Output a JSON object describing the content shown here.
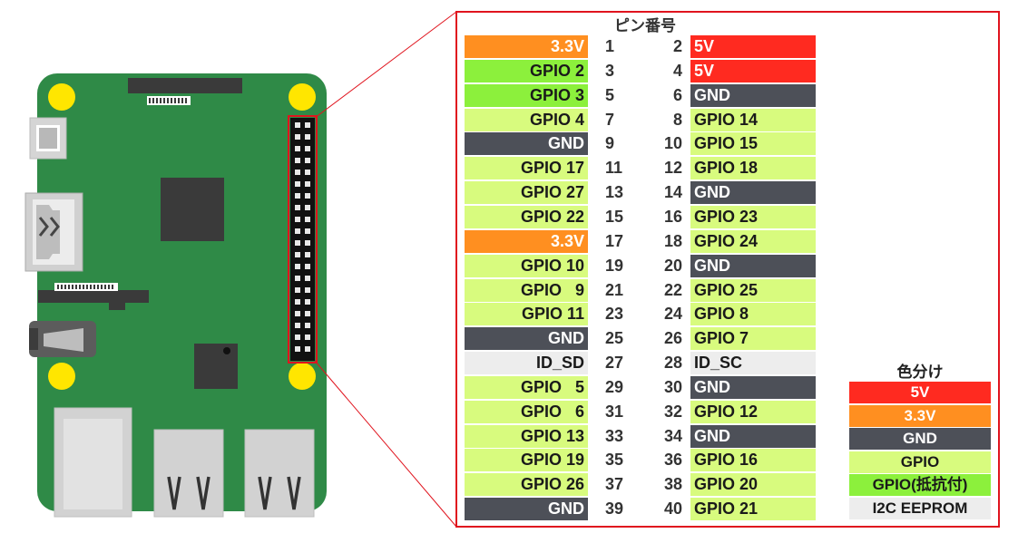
{
  "diagram": {
    "header_title": "ピン番号",
    "colors": {
      "5V": "#ff2a20",
      "3.3V": "#ff8f20",
      "GND": "#4d5058",
      "GPIO": "#d8fb7e",
      "GPIOR": "#8cf03c",
      "I2C": "#ededed"
    },
    "left_pins": [
      {
        "num": "1",
        "name": "3.3V",
        "type": "3.3V"
      },
      {
        "num": "3",
        "name": "GPIO 2",
        "type": "GPIOR"
      },
      {
        "num": "5",
        "name": "GPIO 3",
        "type": "GPIOR"
      },
      {
        "num": "7",
        "name": "GPIO 4",
        "type": "GPIO"
      },
      {
        "num": "9",
        "name": "GND",
        "type": "GND"
      },
      {
        "num": "11",
        "name": "GPIO 17",
        "type": "GPIO"
      },
      {
        "num": "13",
        "name": "GPIO 27",
        "type": "GPIO"
      },
      {
        "num": "15",
        "name": "GPIO 22",
        "type": "GPIO"
      },
      {
        "num": "17",
        "name": "3.3V",
        "type": "3.3V"
      },
      {
        "num": "19",
        "name": "GPIO 10",
        "type": "GPIO"
      },
      {
        "num": "21",
        "name": "GPIO   9",
        "type": "GPIO"
      },
      {
        "num": "23",
        "name": "GPIO 11",
        "type": "GPIO"
      },
      {
        "num": "25",
        "name": "GND",
        "type": "GND"
      },
      {
        "num": "27",
        "name": "ID_SD",
        "type": "I2C"
      },
      {
        "num": "29",
        "name": "GPIO   5",
        "type": "GPIO"
      },
      {
        "num": "31",
        "name": "GPIO   6",
        "type": "GPIO"
      },
      {
        "num": "33",
        "name": "GPIO 13",
        "type": "GPIO"
      },
      {
        "num": "35",
        "name": "GPIO 19",
        "type": "GPIO"
      },
      {
        "num": "37",
        "name": "GPIO 26",
        "type": "GPIO"
      },
      {
        "num": "39",
        "name": "GND",
        "type": "GND"
      }
    ],
    "right_pins": [
      {
        "num": "2",
        "name": "5V",
        "type": "5V"
      },
      {
        "num": "4",
        "name": "5V",
        "type": "5V"
      },
      {
        "num": "6",
        "name": "GND",
        "type": "GND"
      },
      {
        "num": "8",
        "name": "GPIO 14",
        "type": "GPIO"
      },
      {
        "num": "10",
        "name": "GPIO 15",
        "type": "GPIO"
      },
      {
        "num": "12",
        "name": "GPIO 18",
        "type": "GPIO"
      },
      {
        "num": "14",
        "name": "GND",
        "type": "GND"
      },
      {
        "num": "16",
        "name": "GPIO 23",
        "type": "GPIO"
      },
      {
        "num": "18",
        "name": "GPIO 24",
        "type": "GPIO"
      },
      {
        "num": "20",
        "name": "GND",
        "type": "GND"
      },
      {
        "num": "22",
        "name": "GPIO 25",
        "type": "GPIO"
      },
      {
        "num": "24",
        "name": "GPIO 8",
        "type": "GPIO"
      },
      {
        "num": "26",
        "name": "GPIO 7",
        "type": "GPIO"
      },
      {
        "num": "28",
        "name": "ID_SC",
        "type": "I2C"
      },
      {
        "num": "30",
        "name": "GND",
        "type": "GND"
      },
      {
        "num": "32",
        "name": "GPIO 12",
        "type": "GPIO"
      },
      {
        "num": "34",
        "name": "GND",
        "type": "GND"
      },
      {
        "num": "36",
        "name": "GPIO 16",
        "type": "GPIO"
      },
      {
        "num": "38",
        "name": "GPIO 20",
        "type": "GPIO"
      },
      {
        "num": "40",
        "name": "GPIO 21",
        "type": "GPIO"
      }
    ],
    "legend": {
      "title": "色分け",
      "items": [
        {
          "label": "5V",
          "type": "5V"
        },
        {
          "label": "3.3V",
          "type": "3.3V"
        },
        {
          "label": "GND",
          "type": "GND"
        },
        {
          "label": "GPIO",
          "type": "GPIO"
        },
        {
          "label": "GPIO(抵抗付)",
          "type": "GPIOR"
        },
        {
          "label": "I2C EEPROM",
          "type": "I2C"
        }
      ]
    }
  }
}
